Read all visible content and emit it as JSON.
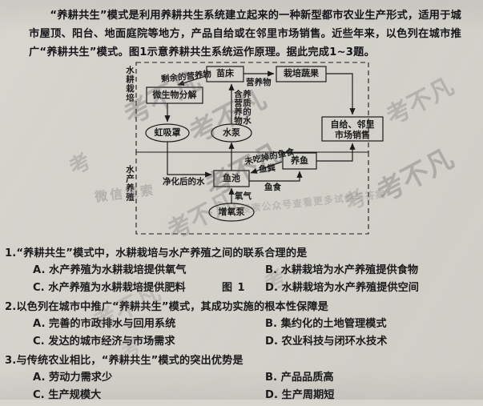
{
  "passage": {
    "text": "“养耕共生”模式是利用养耕共生系统建立起来的一种新型都市农业生产形式，适用于城市屋顶、阳台、地面庭院等地方，产品自给或在邻里市场销售。近些年来，以色列在城市推广“养耕共生”模式。图1示意养耕共生系统运作原理。据此完成1~3题。"
  },
  "figure": {
    "caption": "图 1",
    "zones": {
      "top_label": "水耕栽培",
      "bottom_label": "水产养殖"
    },
    "nodes": {
      "seedbed": "苗床",
      "vegetables": "栽培蔬果",
      "microbial": "微生物分解",
      "siphon": "虹吸罩",
      "water_pump": "水泵",
      "fish_pond": "鱼池",
      "fish_farming": "养鱼",
      "aeration_pump": "增氧泵",
      "market": "自给、邻里\n市场销售",
      "market_line1": "自给、邻里",
      "market_line2": "市场销售"
    },
    "edges": {
      "surplus_nutrients": "剩余的营养物",
      "nutrients": "营养物",
      "nutrient_water": "含营养物质的水",
      "nutrient_water_col1": "含营养物",
      "nutrient_water_col2": "养质的水",
      "purified_water": "净化后的水",
      "uneaten_feed": "未吃掉的鱼食",
      "fish_waste": "鱼粪",
      "fish_feed": "鱼食",
      "oxygen": "氧气"
    }
  },
  "questions": [
    {
      "number": "1.",
      "stem": "“养耕共生”模式中，水耕栽培与水产养殖之间的联系合理的是",
      "options": [
        "A. 水产养殖为水耕栽培提供氧气",
        "B. 水耕栽培为水产养殖提供食物",
        "C. 水产养殖为水耕栽培提供肥料",
        "D. 水耕栽培为水产养殖提供空间"
      ]
    },
    {
      "number": "2.",
      "stem": "以色列在城市中推广“养耕共生”模式，其成功实施的根本性保障是",
      "options": [
        "A. 完善的市政排水与回用系统",
        "B. 集约化的土地管理模式",
        "C. 发达的城市经济与市场需求",
        "D. 农业科技与闭环水技术"
      ]
    },
    {
      "number": "3.",
      "stem": "与传统农业相比，“养耕共生”模式的突出优势是",
      "options": [
        "A. 劳动力需求少",
        "B. 产品品质高",
        "C. 生产规模大",
        "D. 生产周期短"
      ]
    }
  ],
  "watermarks": {
    "mark": "考不凡",
    "short": "考",
    "notice": "微信搜索",
    "notice2": "搜索公众号查看更多试卷与答案"
  },
  "colors": {
    "paper": "#d7d5ce",
    "ink": "#1b1b1b",
    "watermark": "#5a5a5a"
  }
}
